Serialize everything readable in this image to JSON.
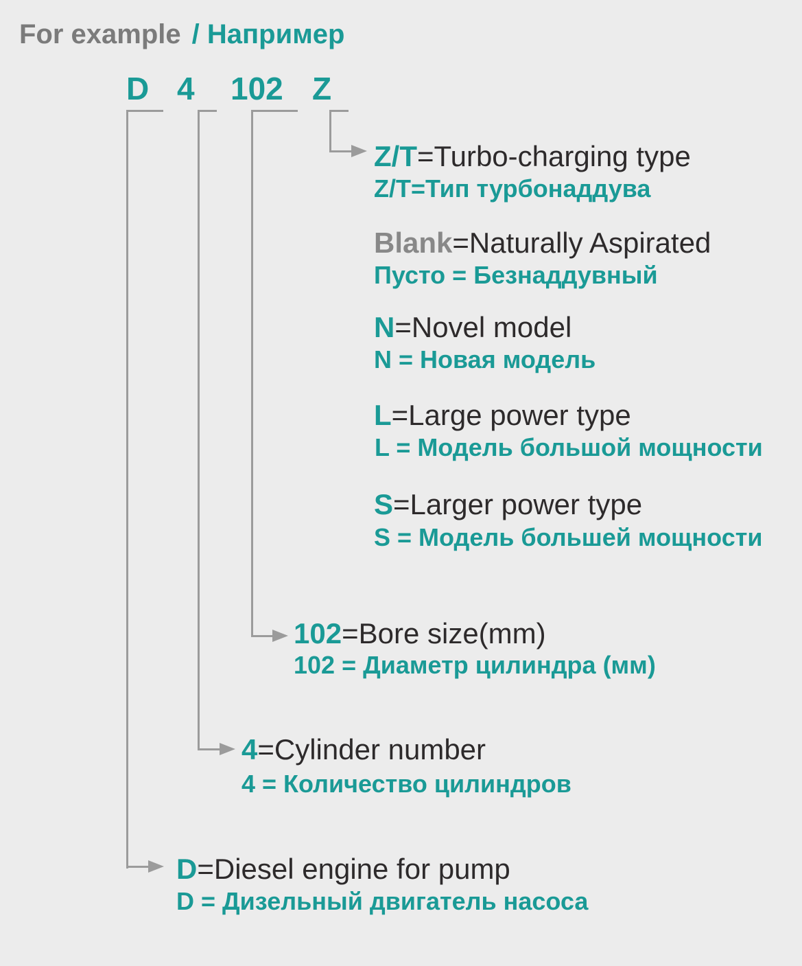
{
  "colors": {
    "background": "#ececec",
    "accent_teal": "#1a9a96",
    "text_dark": "#2d2a2b",
    "header_gray": "#7b7b7b",
    "blank_gray": "#888888",
    "line_gray": "#9b9b9b"
  },
  "header": {
    "en": "For example",
    "ru": "/ Например"
  },
  "code": {
    "d": "D",
    "cylinders": "4",
    "bore": "102",
    "turbo": "Z"
  },
  "entries": [
    {
      "id": "turbo",
      "lead": "Z/T",
      "en_rest": "=Turbo-charging type",
      "ru": "Z/T=Тип турбонаддува"
    },
    {
      "id": "blank",
      "lead": "Blank",
      "en_rest": "=Naturally Aspirated",
      "ru": "Пусто = Безнаддувный"
    },
    {
      "id": "novel",
      "lead": "N",
      "en_rest": "=Novel model",
      "ru": "N = Новая модель"
    },
    {
      "id": "large",
      "lead": "L",
      "en_rest": "=Large power type",
      "ru": "L = Модель большой мощности"
    },
    {
      "id": "larger",
      "lead": "S",
      "en_rest": "=Larger power type",
      "ru": "S = Модель большей мощности"
    },
    {
      "id": "bore",
      "lead": "102",
      "en_rest": "=Bore size(mm)",
      "ru": "102 = Диаметр цилиндра (мм)"
    },
    {
      "id": "cylinder",
      "lead": "4",
      "en_rest": "=Cylinder number",
      "ru": "4 = Количество цилиндров"
    },
    {
      "id": "diesel",
      "lead": "D",
      "en_rest": "=Diesel engine for pump",
      "ru": "D = Дизельный двигатель насоса"
    }
  ]
}
